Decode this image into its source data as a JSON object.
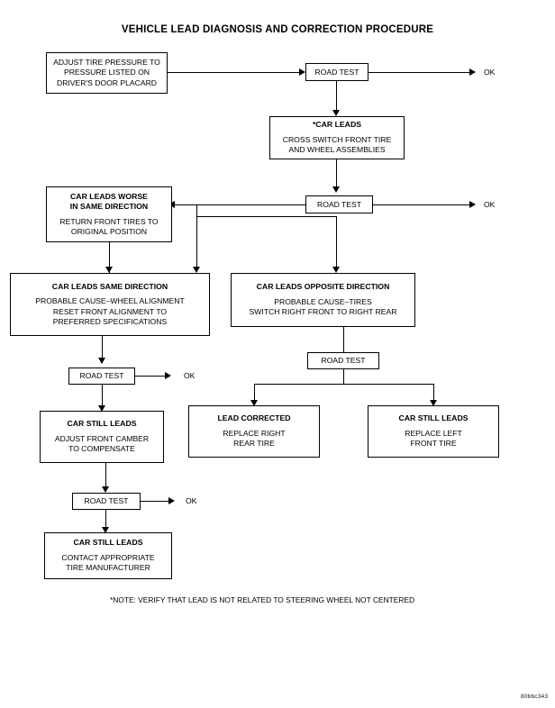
{
  "document": {
    "title": "VEHICLE LEAD DIAGNOSIS AND CORRECTION PROCEDURE",
    "note": "*NOTE: VERIFY THAT LEAD IS NOT RELATED TO STEERING WHEEL NOT CENTERED",
    "footer_code": "80bbc343"
  },
  "labels": {
    "ok": "OK",
    "road_test": "ROAD TEST"
  },
  "nodes": {
    "adjust_pressure": {
      "body": [
        "ADJUST TIRE PRESSURE TO",
        "PRESSURE LISTED ON",
        "DRIVER'S DOOR PLACARD"
      ]
    },
    "road_test_1": {
      "label": "ROAD TEST"
    },
    "car_leads": {
      "heading": "*CAR LEADS",
      "body": [
        "CROSS SWITCH FRONT TIRE",
        "AND WHEEL ASSEMBLIES"
      ]
    },
    "road_test_2": {
      "label": "ROAD TEST"
    },
    "car_leads_worse": {
      "heading": [
        "CAR LEADS WORSE",
        "IN SAME DIRECTION"
      ],
      "body": [
        "RETURN FRONT TIRES TO",
        "ORIGINAL POSITION"
      ]
    },
    "car_leads_same": {
      "heading": [
        "CAR LEADS SAME DIRECTION"
      ],
      "body": [
        "PROBABLE CAUSE–WHEEL ALIGNMENT",
        "RESET FRONT ALIGNMENT TO",
        "PREFERRED SPECIFICATIONS"
      ]
    },
    "car_leads_opposite": {
      "heading": [
        "CAR LEADS OPPOSITE DIRECTION"
      ],
      "body": [
        "PROBABLE CAUSE–TIRES",
        "SWITCH RIGHT FRONT TO RIGHT REAR"
      ]
    },
    "road_test_3": {
      "label": "ROAD TEST"
    },
    "road_test_4": {
      "label": "ROAD TEST"
    },
    "lead_corrected": {
      "heading": [
        "LEAD CORRECTED"
      ],
      "body": [
        "REPLACE RIGHT",
        "REAR TIRE"
      ]
    },
    "car_still_leads_right": {
      "heading": [
        "CAR STILL LEADS"
      ],
      "body": [
        "REPLACE LEFT",
        "FRONT TIRE"
      ]
    },
    "car_still_leads_1": {
      "heading": [
        "CAR STILL LEADS"
      ],
      "body": [
        "ADJUST FRONT CAMBER",
        "TO COMPENSATE"
      ]
    },
    "road_test_5": {
      "label": "ROAD TEST"
    },
    "car_still_leads_2": {
      "heading": [
        "CAR STILL LEADS"
      ],
      "body": [
        "CONTACT APPROPRIATE",
        "TIRE MANUFACTURER"
      ]
    }
  },
  "ok_endpoints": {
    "ok_1": "OK",
    "ok_2": "OK",
    "ok_3": "OK",
    "ok_4": "OK"
  },
  "colors": {
    "stroke": "#000000",
    "background": "#ffffff",
    "text": "#000000"
  }
}
